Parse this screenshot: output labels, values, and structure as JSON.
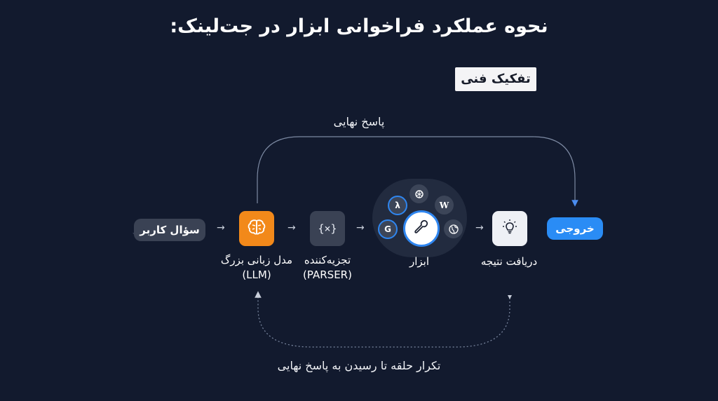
{
  "title": "نحوه عملکرد فراخوانی ابزار در جت‌لینک:",
  "badge": "تفکیک فنی",
  "top_loop_label": "پاسخ نهایی",
  "bottom_loop_label": "تکرار حلقه تا رسیدن به پاسخ نهایی",
  "nodes": {
    "user_query": "سؤال کاربر",
    "llm_line1": "مدل زبانی بزرگ",
    "llm_line2": "(LLM)",
    "parser_icon": "{×}",
    "parser_line1": "تجزیه‌کننده",
    "parser_line2": "(PARSER)",
    "tools": "ابزار",
    "result": "دریافت نتیجه",
    "output": "خروجی"
  },
  "tool_icons": {
    "lambda": "λ",
    "wiki": "W",
    "google": "G"
  },
  "arrow_glyph": "→",
  "colors": {
    "background": "#121a2e",
    "llm_accent": "#f2891a",
    "output_bubble": "#2a8cf5",
    "ring_accent": "#2f86f0"
  }
}
